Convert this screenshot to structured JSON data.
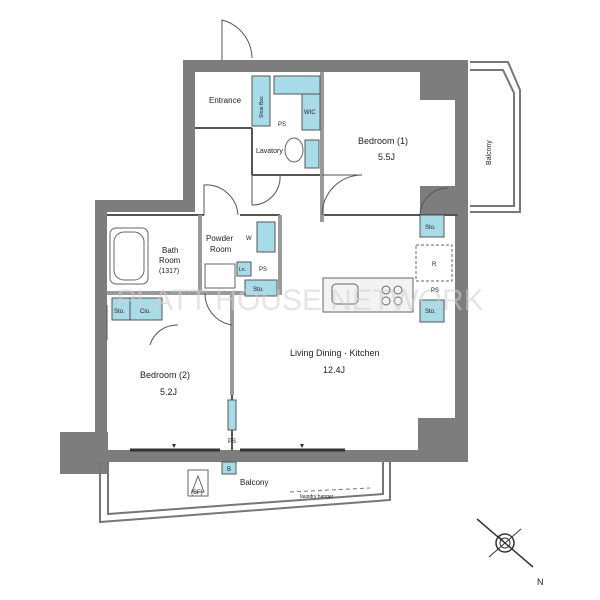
{
  "rooms": {
    "entrance": "Entrance",
    "shoebox": "Shoe Box",
    "wic": "WIC",
    "ps1": "PS",
    "lavatory": "Lavatory",
    "bedroom1_name": "Bedroom (1)",
    "bedroom1_size": "5.5J",
    "balcony_side": "Balcony",
    "powder_room_1": "Powder",
    "powder_room_2": "Room",
    "w": "W",
    "bath_1": "Bath",
    "bath_2": "Room",
    "bath_3": "(1317)",
    "ln": "Ln.",
    "ps2": "PS",
    "sto_bath": "Sto.",
    "sto_right_top": "Sto.",
    "r": "R",
    "ps3": "PS",
    "sto_right_bottom": "Sto.",
    "sto_bed2": "Sto.",
    "clo": "Clo.",
    "bedroom2_name": "Bedroom (2)",
    "bedroom2_size": "5.2J",
    "ldk_name": "Living Dining · Kitchen",
    "ldk_size": "12.4J",
    "ps4": "PS",
    "ac": "B",
    "sf": "(SF)",
    "balcony_bottom": "Balcony",
    "laundry": "laundry hanger"
  },
  "watermark": "PLATT HOUSE NETWORK",
  "compass_north": "N"
}
